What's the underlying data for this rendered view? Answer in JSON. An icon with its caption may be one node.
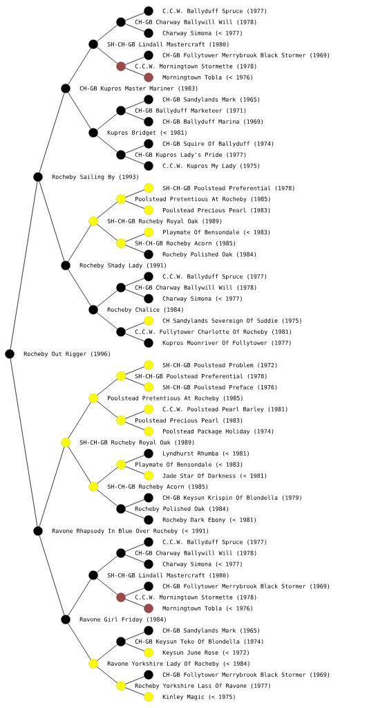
{
  "diagram": {
    "nodes": [
      {
        "text": [
          "C.C.W. Ballyduff Spruce (1977)"
        ]
      },
      {
        "text": [
          "CH-GB Charway Ballywill Will (1978)"
        ]
      },
      {
        "text": [
          "Charway Simona (< 1977)"
        ]
      },
      {
        "text": [
          "SH-CH-GB Lindall Mastercraft (1980)"
        ]
      },
      {
        "text": [
          "CH-GB Follytower Merrybrook Black Stormer (1969)"
        ]
      },
      {
        "text": [
          "C.C.W. Morningtown Stormette (1978)"
        ]
      },
      {
        "text": [
          "Morningtown Tobla (< 1976)"
        ]
      },
      {
        "text": [
          "CH-GB Kupros Master Mariner (1983)"
        ]
      },
      {
        "text": [
          "CH-GB Sandylands Mark (1965)"
        ]
      },
      {
        "text": [
          "CH-GB Ballyduff Marketeer (1971)"
        ]
      },
      {
        "text": [
          "CH-GB Ballyduff Marina (1969)"
        ]
      },
      {
        "text": [
          "Kupros Bridget (< 1981)"
        ]
      },
      {
        "text": [
          "CH-GB Squire Of Ballyduff (1974)"
        ]
      },
      {
        "text": [
          "CH-GB Kupros Lady's Pride (1977)"
        ]
      },
      {
        "text": [
          "C.C.W. Kupros My Lady (1975)"
        ]
      },
      {
        "text": [
          "Rocheby Sailing By (1993)"
        ]
      },
      {
        "text": [
          "SH-CH-GB Poolstead Preferential (1978)"
        ]
      },
      {
        "text": [
          "Poolstead Pretentious At Rocheby (1985)"
        ]
      },
      {
        "text": [
          "Poolstead Precious Pearl (1983)"
        ]
      },
      {
        "text": [
          "SH-CH-GB Rocheby Royal Oak (1989)"
        ]
      },
      {
        "text": [
          "Playmate Of Bensondale (< 1983)"
        ]
      },
      {
        "text": [
          "SH-CH-GB Rocheby Acorn (1985)"
        ]
      },
      {
        "text": [
          "Rocheby Polished Oak (1984)"
        ]
      },
      {
        "text": [
          "Rocheby Shady Lady (1991)"
        ]
      },
      {
        "text": [
          "C.C.W. Ballyduff Spruce (1977)"
        ]
      },
      {
        "text": [
          "CH-GB Charway Ballywill Will (1978)"
        ]
      },
      {
        "text": [
          "Charway Simona (< 1977)"
        ]
      },
      {
        "text": [
          "Rocheby Chalice (1984)"
        ]
      },
      {
        "text": [
          "CH Sandylands Sovereign Of Suddie (1975)"
        ]
      },
      {
        "text": [
          "C.C.W. Follytower Charlotte Of Rocheby (1981)"
        ]
      },
      {
        "text": [
          "Kupros Moonriver Of Follytower (1977)"
        ]
      },
      {
        "text": [
          "Rocheby Out Rigger (1996)"
        ]
      },
      {
        "text": [
          "SH-CH-GB Poolstead Problem (1972)"
        ]
      },
      {
        "text": [
          "SH-CH-GB Poolstead Preferential (1978)"
        ]
      },
      {
        "text": [
          "SH-CH-GB Poolstead Preface (1976)"
        ]
      },
      {
        "text": [
          "Poolstead Pretentious At Rocheby (1985)"
        ]
      },
      {
        "text": [
          "C.C.W. Poolstead Pearl Barley (1981)"
        ]
      },
      {
        "text": [
          "Poolstead Precious Pearl (1983)"
        ]
      },
      {
        "text": [
          "Poolstead Package Holiday (1974)"
        ]
      },
      {
        "text": [
          "SH-CH-GB Rocheby Royal Oak (1989)"
        ]
      },
      {
        "text": [
          "Lyndhurst Rhumba (< 1981)"
        ]
      },
      {
        "text": [
          "Playmate Of Bensondale (< 1983)"
        ]
      },
      {
        "text": [
          "Jade Star Of Darkness (< 1981)"
        ]
      },
      {
        "text": [
          "SH-CH-GB Rocheby Acorn (1985)"
        ]
      },
      {
        "text": [
          "CH-GB Keysun Krispin Of Blondella (1979)"
        ]
      },
      {
        "text": [
          "Rocheby Polished Oak (1984)"
        ]
      },
      {
        "text": [
          "Rocheby Dark Ebony (< 1981)"
        ]
      },
      {
        "text": [
          "Ravone Rhapsody In Blue Over Rocheby (< 1991)"
        ]
      },
      {
        "text": [
          "C.C.W. Ballyduff Spruce (1977)"
        ]
      },
      {
        "text": [
          "CH-GB Charway Ballywill Will (1978)"
        ]
      },
      {
        "text": [
          "Charway Simona (< 1977)"
        ]
      },
      {
        "text": [
          "SH-CH-GB Lindall Mastercraft (1980)"
        ]
      },
      {
        "text": [
          "CH-GB Follytower Merrybrook Black Stormer (1969)"
        ]
      },
      {
        "text": [
          "C.C.W. Morningtown Stormette (1978)"
        ]
      },
      {
        "text": [
          "Morningtown Tobla (< 1976)"
        ]
      },
      {
        "text": [
          "Ravone Girl Friday (1984)"
        ]
      },
      {
        "text": [
          "CH-GB Sandylands Mark (1965)"
        ]
      },
      {
        "text": [
          "CH-GB Keysun Teko Of Blondella (1974)"
        ]
      },
      {
        "text": [
          "Keysun June Rose (< 1972)"
        ]
      },
      {
        "text": [
          "Ravone Yorkshire Lady Of Rocheby (< 1984)"
        ]
      },
      {
        "text": [
          "CH-GB Follytower Merrybrook Black Stormer (1969)"
        ]
      },
      {
        "text": [
          "Rocheby Yorkshire Lass Of Ravone (1977)"
        ]
      },
      {
        "text": [
          "Kinley Magic (< 1975)"
        ]
      }
    ],
    "edges": [
      {
        "from": 31,
        "to": 15,
        "arrow": "none"
      },
      {
        "from": 31,
        "to": 47,
        "arrow": "none"
      },
      {
        "from": 15,
        "to": 7,
        "arrow": "none"
      },
      {
        "from": 15,
        "to": 23,
        "arrow": "none"
      },
      {
        "from": 47,
        "to": 39,
        "arrow": "none"
      },
      {
        "from": 47,
        "to": 55,
        "arrow": "none"
      },
      {
        "from": 7,
        "to": 3,
        "arrow": "none"
      },
      {
        "from": 7,
        "to": 11,
        "arrow": "none"
      },
      {
        "from": 23,
        "to": 19,
        "arrow": "none"
      },
      {
        "from": 23,
        "to": 27,
        "arrow": "none"
      },
      {
        "from": 39,
        "to": 35,
        "arrow": "none"
      },
      {
        "from": 39,
        "to": 43,
        "arrow": "none"
      },
      {
        "from": 55,
        "to": 51,
        "arrow": "none"
      },
      {
        "from": 55,
        "to": 59,
        "arrow": "none"
      },
      {
        "from": 3,
        "to": 1,
        "arrow": "none"
      },
      {
        "from": 3,
        "to": 5,
        "arrow": "none"
      },
      {
        "from": 11,
        "to": 9,
        "arrow": "none"
      },
      {
        "from": 11,
        "to": 13,
        "arrow": "none"
      },
      {
        "from": 19,
        "to": 17,
        "arrow": "none"
      },
      {
        "from": 19,
        "to": 21,
        "arrow": "none"
      },
      {
        "from": 27,
        "to": 25,
        "arrow": "none"
      },
      {
        "from": 27,
        "to": 29,
        "arrow": "none"
      },
      {
        "from": 35,
        "to": 33,
        "arrow": "none"
      },
      {
        "from": 35,
        "to": 37,
        "arrow": "none"
      },
      {
        "from": 43,
        "to": 41,
        "arrow": "none"
      },
      {
        "from": 43,
        "to": 45,
        "arrow": "none"
      },
      {
        "from": 51,
        "to": 49,
        "arrow": "none"
      },
      {
        "from": 51,
        "to": 53,
        "arrow": "none"
      },
      {
        "from": 59,
        "to": 57,
        "arrow": "none"
      },
      {
        "from": 59,
        "to": 61,
        "arrow": "none"
      },
      {
        "from": 1,
        "to": 0,
        "arrow": "none"
      },
      {
        "from": 1,
        "to": 2,
        "arrow": "none"
      },
      {
        "from": 5,
        "to": 4,
        "arrow": "none"
      },
      {
        "from": 5,
        "to": 6,
        "arrow": "none"
      },
      {
        "from": 9,
        "to": 8,
        "arrow": "none"
      },
      {
        "from": 9,
        "to": 10,
        "arrow": "none"
      },
      {
        "from": 13,
        "to": 12,
        "arrow": "none"
      },
      {
        "from": 13,
        "to": 14,
        "arrow": "none"
      },
      {
        "from": 17,
        "to": 16,
        "arrow": "none"
      },
      {
        "from": 17,
        "to": 18,
        "arrow": "none"
      },
      {
        "from": 21,
        "to": 20,
        "arrow": "none"
      },
      {
        "from": 21,
        "to": 22,
        "arrow": "none"
      },
      {
        "from": 25,
        "to": 24,
        "arrow": "none"
      },
      {
        "from": 25,
        "to": 26,
        "arrow": "none"
      },
      {
        "from": 29,
        "to": 28,
        "arrow": "none"
      },
      {
        "from": 29,
        "to": 30,
        "arrow": "none"
      },
      {
        "from": 33,
        "to": 32,
        "arrow": "none"
      },
      {
        "from": 33,
        "to": 34,
        "arrow": "none"
      },
      {
        "from": 37,
        "to": 36,
        "arrow": "none"
      },
      {
        "from": 37,
        "to": 38,
        "arrow": "none"
      },
      {
        "from": 41,
        "to": 40,
        "arrow": "none"
      },
      {
        "from": 41,
        "to": 42,
        "arrow": "none"
      },
      {
        "from": 45,
        "to": 44,
        "arrow": "none"
      },
      {
        "from": 45,
        "to": 46,
        "arrow": "none"
      },
      {
        "from": 49,
        "to": 48,
        "arrow": "none"
      },
      {
        "from": 49,
        "to": 50,
        "arrow": "none"
      },
      {
        "from": 53,
        "to": 52,
        "arrow": "none"
      },
      {
        "from": 53,
        "to": 54,
        "arrow": "none"
      },
      {
        "from": 57,
        "to": 56,
        "arrow": "none"
      },
      {
        "from": 57,
        "to": 58,
        "arrow": "none"
      },
      {
        "from": 61,
        "to": 60,
        "arrow": "none"
      },
      {
        "from": 61,
        "to": 62,
        "arrow": "none"
      }
    ]
  }
}
